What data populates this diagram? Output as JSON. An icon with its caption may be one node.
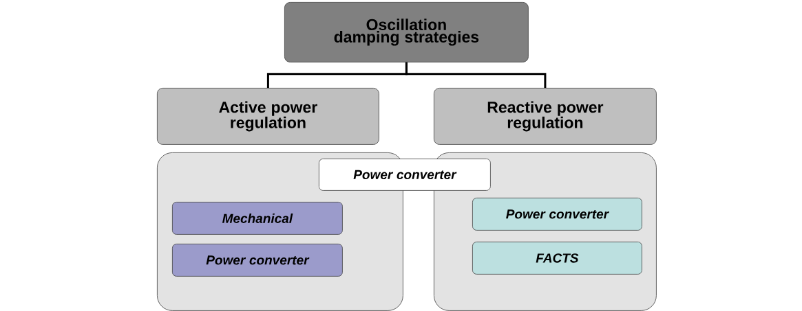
{
  "diagram": {
    "nodes": [
      {
        "text": [
          "Oscillation damping strategies"
        ]
      },
      {
        "text": [
          "Active power regulation"
        ]
      },
      {
        "text": [
          "Reactive power regulation"
        ]
      },
      {
        "text": [],
        "shape": "box"
      },
      {
        "text": [],
        "shape": "box"
      },
      {
        "text": [
          "Power converter"
        ]
      },
      {
        "text": [
          "Mechanical"
        ],
        "in": 3
      },
      {
        "text": [
          "Power converter"
        ],
        "in": 3
      },
      {
        "text": [
          "Power converter"
        ],
        "in": 4
      },
      {
        "text": [
          "FACTS"
        ],
        "in": 4
      }
    ],
    "edges": [
      {
        "from": 0,
        "to": 1,
        "arrow": "none"
      },
      {
        "from": 0,
        "to": 2,
        "arrow": "none"
      }
    ]
  }
}
